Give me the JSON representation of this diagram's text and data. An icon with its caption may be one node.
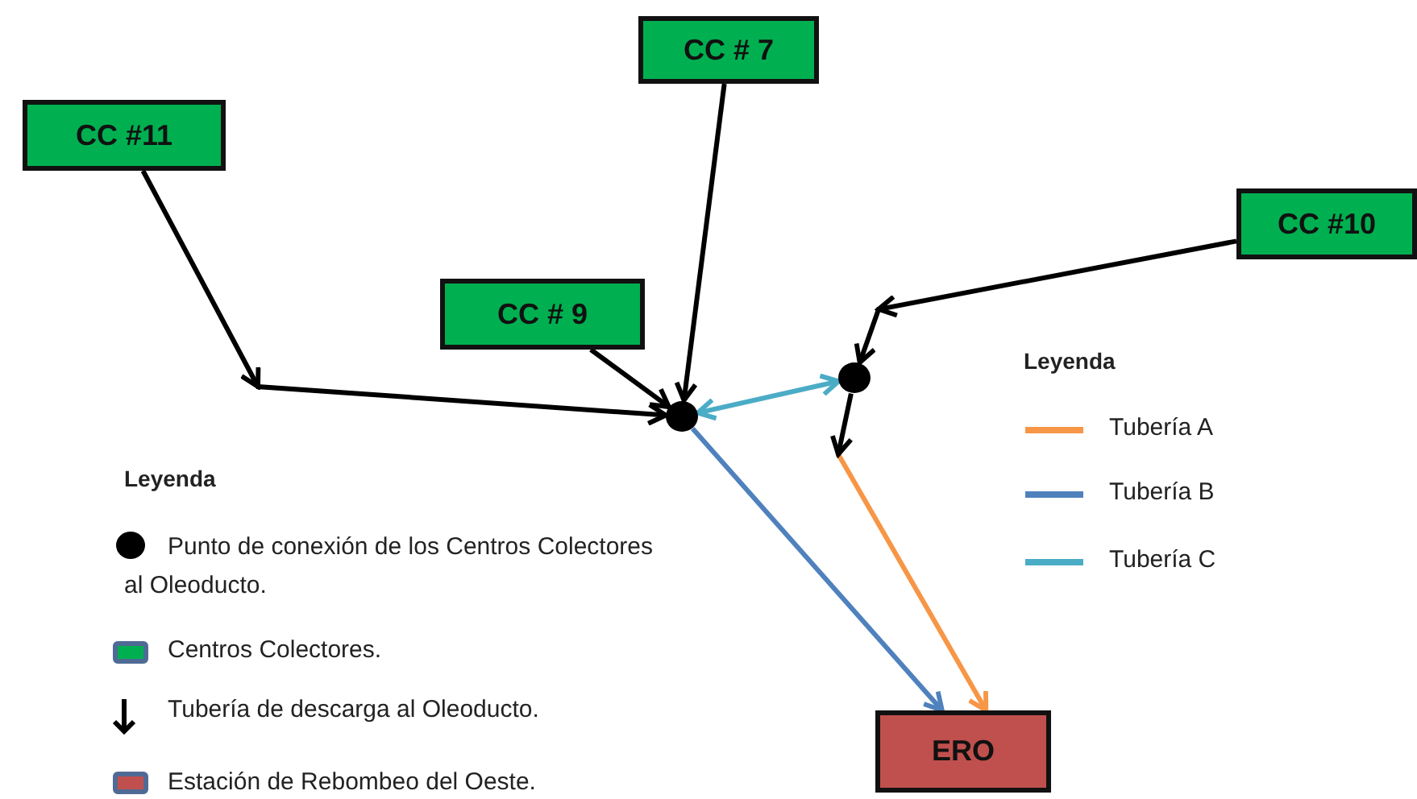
{
  "diagram": {
    "nodes": [
      {
        "text": [
          "CC #11"
        ]
      },
      {
        "text": [
          "CC # 7"
        ]
      },
      {
        "text": [
          "CC # 9"
        ]
      },
      {
        "text": [
          "CC #10"
        ]
      },
      {
        "text": [
          "ERO"
        ]
      },
      {
        "text": [],
        "shape": "circle"
      },
      {
        "text": [],
        "shape": "circle"
      }
    ],
    "edges": [
      {
        "from": 0,
        "to": 5,
        "arrow": "to"
      },
      {
        "from": 1,
        "to": 5,
        "arrow": "to"
      },
      {
        "from": 2,
        "to": 5,
        "arrow": "to"
      },
      {
        "from": 5,
        "to": 6,
        "arrow": "both",
        "color": "#4bacc6"
      },
      {
        "from": 5,
        "to": 4,
        "arrow": "to",
        "color": "#4f81bd"
      },
      {
        "from": 3,
        "to": 6,
        "arrow": "to"
      },
      {
        "from": 6,
        "to": 4,
        "arrow": "to",
        "color": "#f79646"
      }
    ],
    "labels": [
      "Leyenda",
      "Leyenda"
    ],
    "legend": [
      {
        "text": "Tubería A",
        "color": "#f79646"
      },
      {
        "text": "Tubería B",
        "color": "#4f81bd"
      },
      {
        "text": "Tubería C",
        "color": "#4bacc6"
      },
      {
        "text": "Punto de conexión de los Centros Colectores al Oleoducto."
      },
      {
        "text": "Centros Colectores.",
        "color": "#00b050"
      },
      {
        "text": "Tubería de descarga al Oleoducto."
      },
      {
        "text": "Estación de Rebombeo del Oeste.",
        "color": "#c0504d"
      }
    ]
  }
}
